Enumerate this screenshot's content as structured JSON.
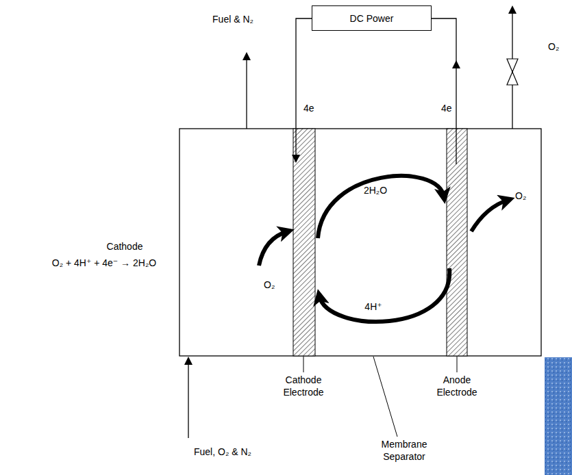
{
  "diagram": {
    "nodes": [
      {
        "text": [
          "DC Power"
        ]
      }
    ],
    "labels": [
      "Fuel & N₂",
      "O₂",
      "4e",
      "4e",
      "2H₂O",
      "O₂",
      "Cathode",
      "O₂ + 4H⁺ + 4e⁻ → 2H₂O",
      "O₂",
      "4H⁺",
      "Cathode Electrode",
      "Anode Electrode",
      "Fuel, O₂ & N₂",
      "Membrane Separator"
    ]
  }
}
